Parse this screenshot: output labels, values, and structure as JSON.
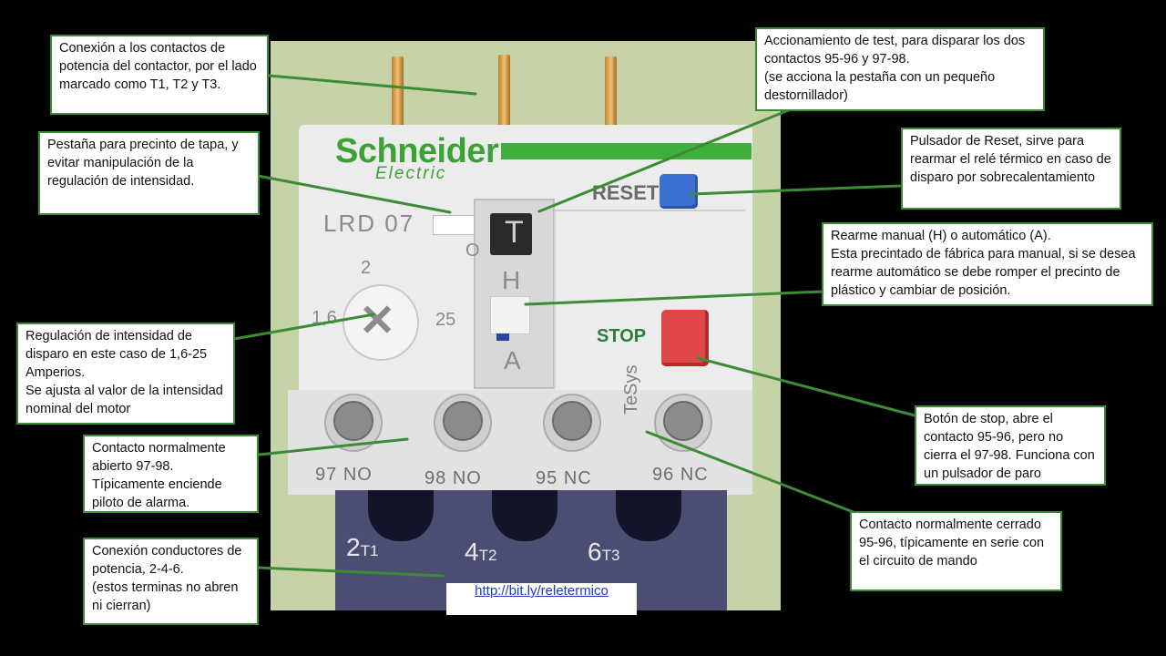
{
  "relay": {
    "brand_name": "Schneider",
    "brand_sub": "Electric",
    "model": "LRD 07",
    "test_letter": "T",
    "mode_manual": "H",
    "mode_auto": "A",
    "off_letter": "O",
    "scale_min": "1,6",
    "scale_max": "25",
    "scale_mid": "2",
    "reset_label": "RESET",
    "stop_label": "STOP",
    "tesys": "TeSys",
    "aux_terminals": [
      {
        "number": "97",
        "type": "NO"
      },
      {
        "number": "98",
        "type": "NO"
      },
      {
        "number": "95",
        "type": "NC"
      },
      {
        "number": "96",
        "type": "NC"
      }
    ],
    "power_terminals": [
      {
        "number": "2",
        "name": "T1"
      },
      {
        "number": "4",
        "name": "T2"
      },
      {
        "number": "6",
        "name": "T3"
      }
    ],
    "colors": {
      "brand_green": "#3da236",
      "reset_blue": "#3b6fd1",
      "stop_red": "#e04848",
      "housing_dark": "#4b4e72"
    }
  },
  "callouts": {
    "power_contacts": "Conexión a los contactos de potencia del contactor, por el lado marcado como T1, T2 y T3.",
    "seal_tab": "Pestaña para precinto de tapa, y evitar manipulación de la regulación de intensidad.",
    "current_setting": "Regulación de intensidad de disparo en este caso de 1,6-25 Amperios.\nSe ajusta al valor de la intensidad nominal del motor",
    "no_contact": "Contacto normalmente abierto 97-98. Típicamente enciende piloto de alarma.",
    "power_conductors": "Conexión conductores de potencia, 2-4-6.\n(estos terminas no abren ni cierran)",
    "test_actuator": "Accionamiento de test, para disparar los dos contactos 95-96 y 97-98.\n(se acciona la pestaña con un pequeño destornillador)",
    "reset_button": "Pulsador de Reset, sirve para rearmar el relé térmico en caso de disparo por sobrecalentamiento",
    "reset_mode": "Rearme manual (H) o automático (A).\nEsta precintado de fábrica para manual, si se desea rearme automático se debe romper el precinto de plástico y cambiar de posición.",
    "stop_button": "Botón de stop, abre el contacto 95-96, pero no cierra el 97-98. Funciona con un pulsador de paro",
    "nc_contact": "Contacto normalmente cerrado 95-96, típicamente en serie con el circuito de mando"
  },
  "link": {
    "url_text": "http://bit.ly/reletermico"
  }
}
